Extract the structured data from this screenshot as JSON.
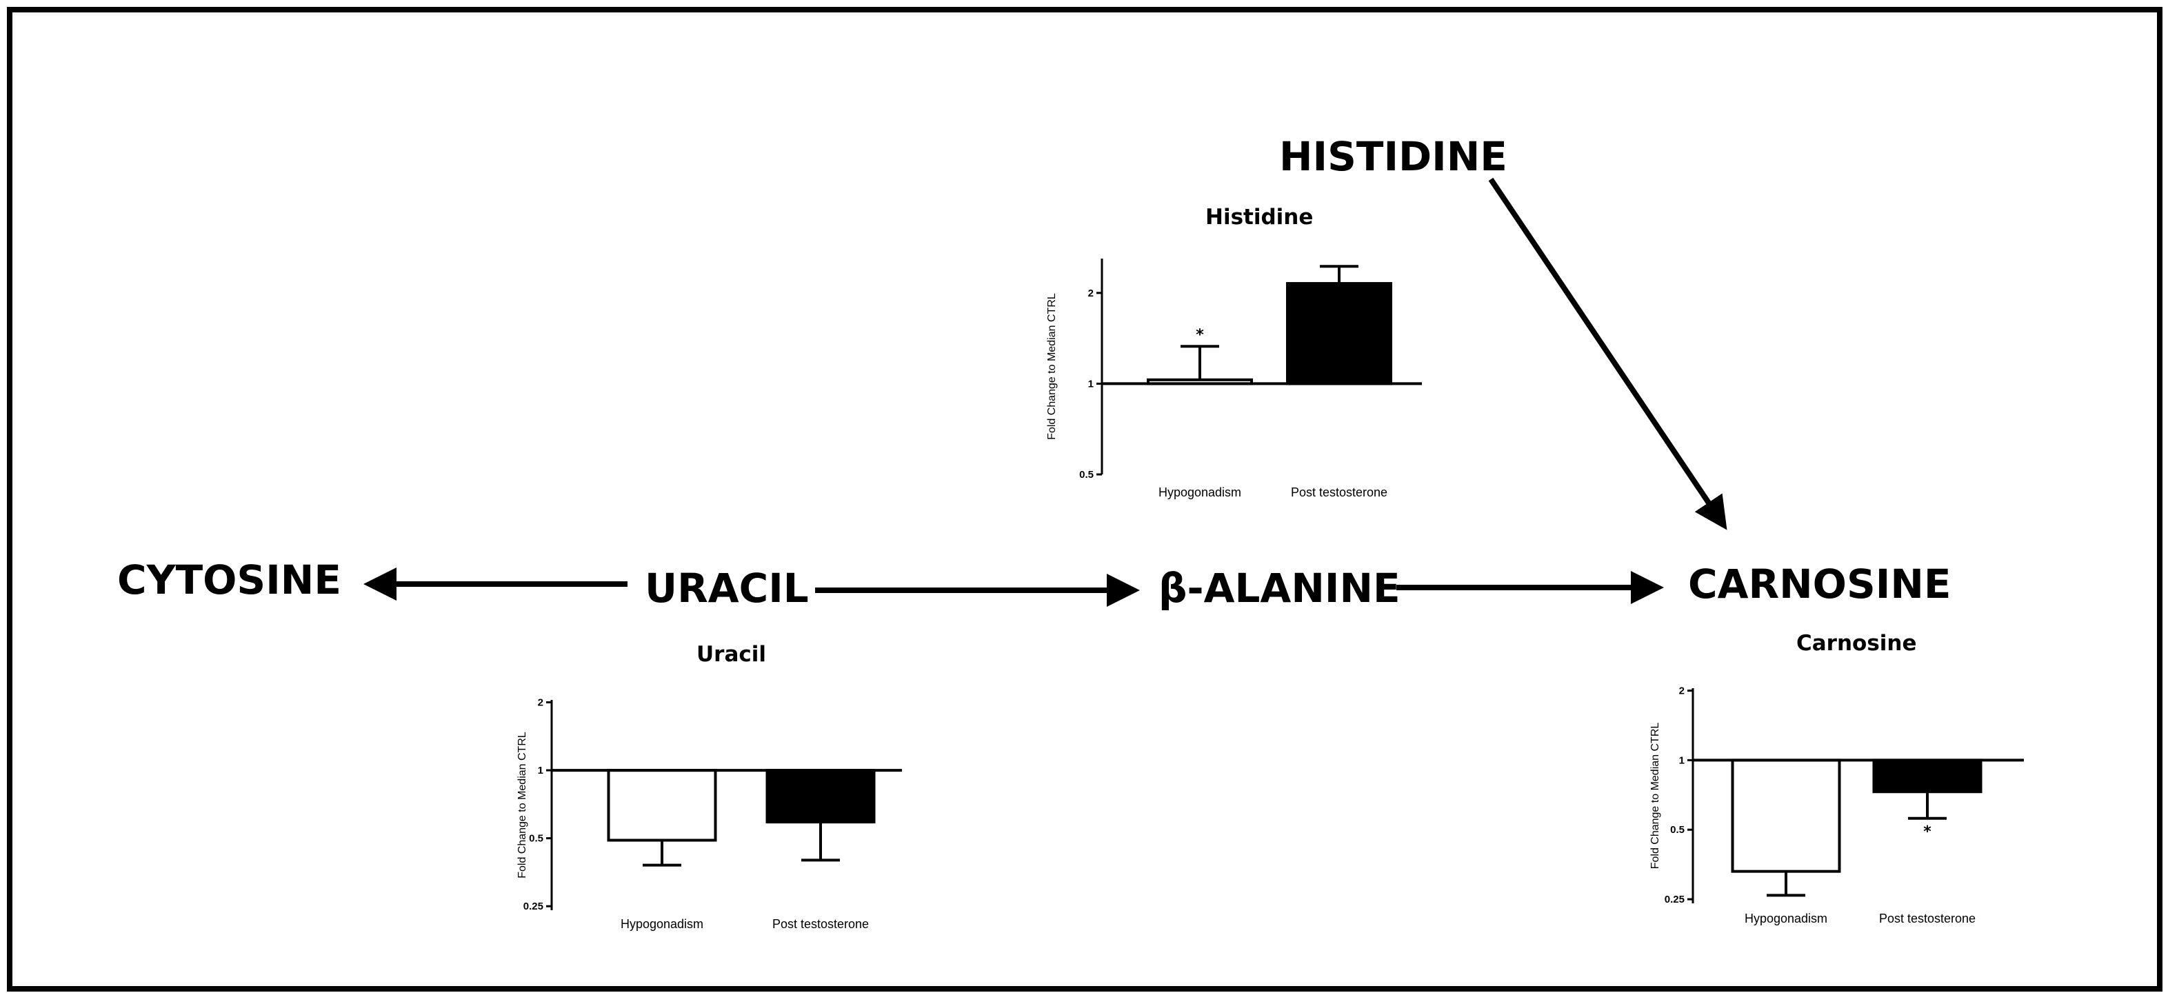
{
  "nodes": {
    "histidine": "HISTIDINE",
    "cytosine": "CYTOSINE",
    "uracil": "URACIL",
    "beta_alanine": "β-ALANINE",
    "carnosine": "CARNOSINE"
  },
  "chart_data": [
    {
      "type": "bar",
      "title": "Histidine",
      "ylabel": "Fold Change to Median CTRL",
      "categories": [
        "Hypogonadism",
        "Post testosterone"
      ],
      "values": [
        1.03,
        2.15
      ],
      "errors": [
        0.3,
        0.3
      ],
      "significance": [
        "*",
        ""
      ],
      "baseline": 1,
      "yscale": "log",
      "ylim": [
        0.5,
        2.5
      ],
      "yticks": [
        "0.5",
        "1",
        "2"
      ],
      "bar_fill": [
        "#ffffff",
        "#000000"
      ]
    },
    {
      "type": "bar",
      "title": "Uracil",
      "ylabel": "Fold Change to Median CTRL",
      "categories": [
        "Hypogonadism",
        "Post testosterone"
      ],
      "values": [
        0.49,
        0.59
      ],
      "errors": [
        0.11,
        0.19
      ],
      "significance": [
        "",
        ""
      ],
      "baseline": 1,
      "yscale": "log",
      "ylim": [
        0.25,
        2
      ],
      "yticks": [
        "0.25",
        "0.5",
        "1",
        "2"
      ],
      "bar_fill": [
        "#ffffff",
        "#000000"
      ]
    },
    {
      "type": "bar",
      "title": "Carnosine",
      "ylabel": "Fold Change to Median CTRL",
      "categories": [
        "Hypogonadism",
        "Post testosterone"
      ],
      "values": [
        0.33,
        0.73
      ],
      "errors": [
        0.07,
        0.17
      ],
      "significance": [
        "",
        "*"
      ],
      "baseline": 1,
      "yscale": "log",
      "ylim": [
        0.25,
        2
      ],
      "yticks": [
        "0.25",
        "0.5",
        "1",
        "2"
      ],
      "bar_fill": [
        "#ffffff",
        "#000000"
      ]
    }
  ]
}
